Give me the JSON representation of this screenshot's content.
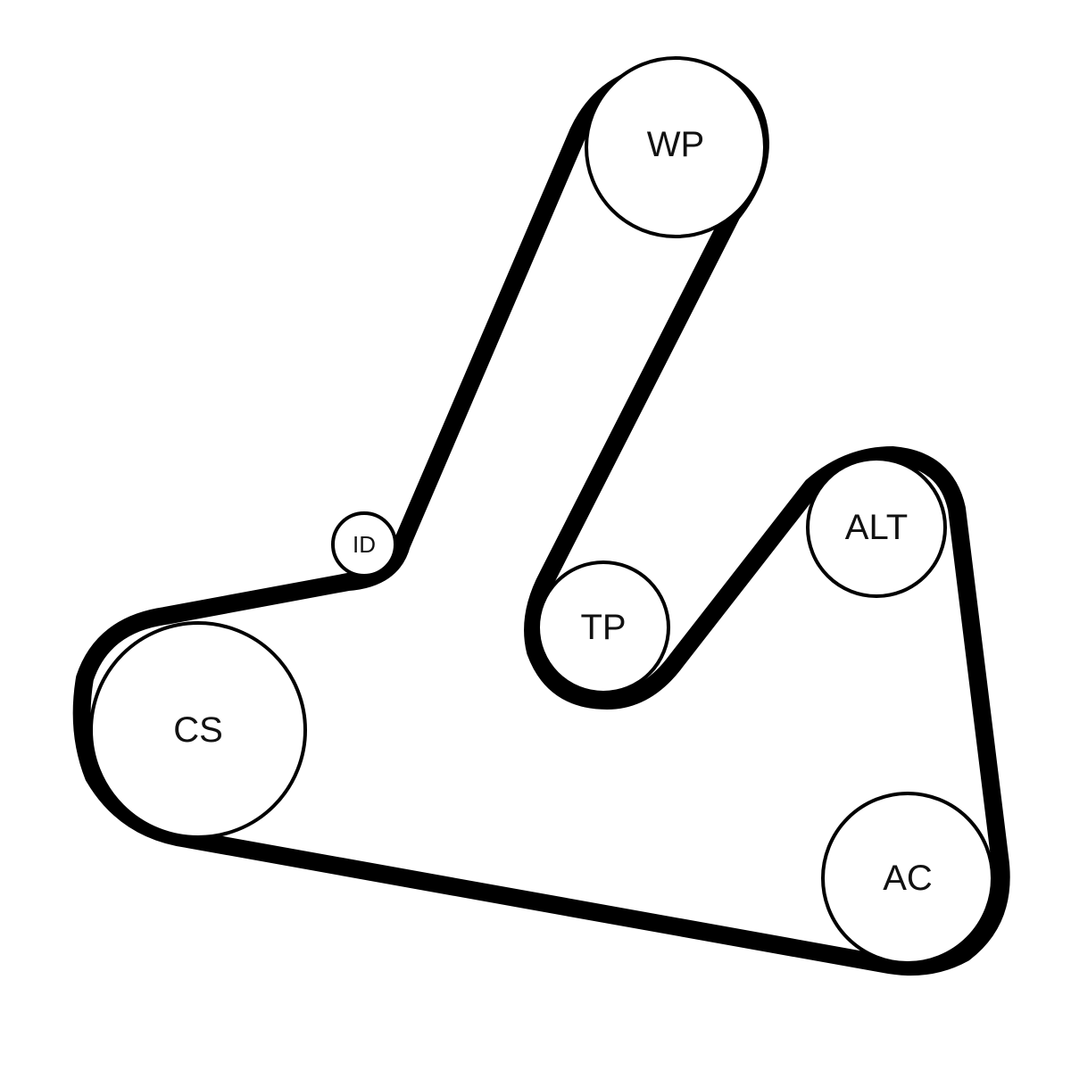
{
  "diagram": {
    "pulleys": [
      {
        "id": "wp",
        "label": "WP"
      },
      {
        "id": "id",
        "label": "ID"
      },
      {
        "id": "tp",
        "label": "TP"
      },
      {
        "id": "alt",
        "label": "ALT"
      },
      {
        "id": "cs",
        "label": "CS"
      },
      {
        "id": "ac",
        "label": "AC"
      }
    ],
    "belt_routing": [
      "wp",
      "tp",
      "alt",
      "ac",
      "cs",
      "id"
    ],
    "colors": {
      "belt": "#000000",
      "pulley_outline": "#000000",
      "background": "#ffffff"
    }
  }
}
